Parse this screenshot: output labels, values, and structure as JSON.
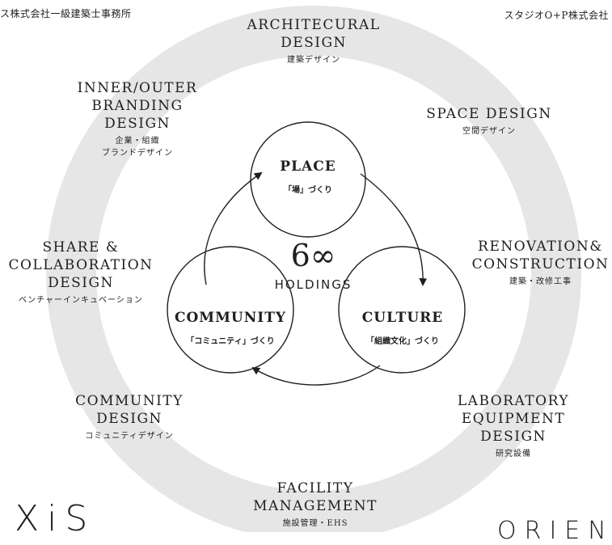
{
  "header": {
    "left_company": "ス株式会社一級建築士事務所",
    "right_company": "スタジオO+P株式会社"
  },
  "center": {
    "logo_mark": "6∞",
    "logo_text": "HOLDINGS"
  },
  "nodes": [
    {
      "title": "PLACE",
      "sub": "「場」づくり"
    },
    {
      "title": "COMMUNITY",
      "sub": "「コミュニティ」づくり"
    },
    {
      "title": "CULTURE",
      "sub": "「組織文化」づくり"
    }
  ],
  "services": [
    {
      "en": [
        "ARCHITECURAL",
        "DESIGN"
      ],
      "ja": [
        "建築デザイン"
      ]
    },
    {
      "en": [
        "SPACE DESIGN"
      ],
      "ja": [
        "空間デザイン"
      ]
    },
    {
      "en": [
        "RENOVATION&",
        "CONSTRUCTION"
      ],
      "ja": [
        "建築・改修工事"
      ]
    },
    {
      "en": [
        "LABORATORY",
        "EQUIPMENT DESIGN"
      ],
      "ja": [
        "研究設備"
      ]
    },
    {
      "en": [
        "FACILITY",
        "MANAGEMENT"
      ],
      "ja": [
        "施設管理・EHS"
      ]
    },
    {
      "en": [
        "COMMUNITY",
        "DESIGN"
      ],
      "ja": [
        "コミュニティデザイン"
      ]
    },
    {
      "en": [
        "SHARE &",
        "COLLABORATION",
        "DESIGN"
      ],
      "ja": [
        "ベンチャーインキュベーション"
      ]
    },
    {
      "en": [
        "INNER/OUTER",
        "BRANDING",
        "DESIGN"
      ],
      "ja": [
        "企業・組織",
        "ブランドデザイン"
      ]
    }
  ],
  "footer": {
    "left_logo": "XiS",
    "right_logo": "ORIENT"
  },
  "colors": {
    "ring": "#e6e6e6",
    "ink": "#1f1f1f"
  }
}
